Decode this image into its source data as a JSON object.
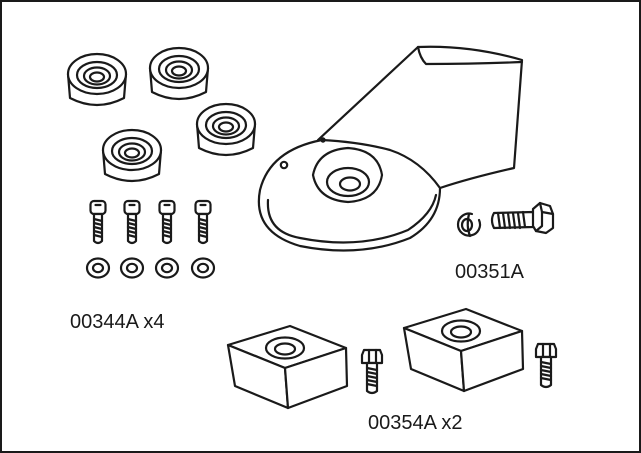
{
  "diagram": {
    "labels": {
      "part_00344": "00344A x4",
      "part_00351": "00351A",
      "part_00354": "00354A x2"
    },
    "colors": {
      "line": "#1a1a1a",
      "fill": "#ffffff"
    }
  }
}
